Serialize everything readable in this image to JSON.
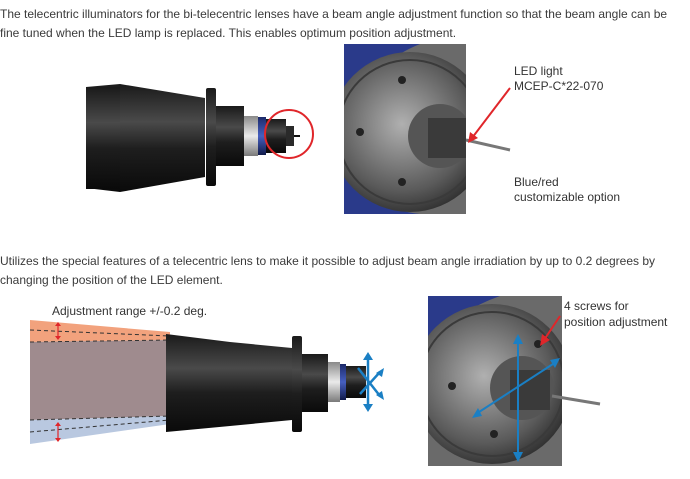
{
  "intro_text": "The telecentric illuminators for the bi-telecentric lenses have a beam angle adjustment function so that the beam angle can be fine tuned when the LED lamp is replaced. This enables optimum position adjustment.",
  "led_label_1": "LED light",
  "led_label_2": "MCEP-C*22-070",
  "option_label_1": "Blue/red",
  "option_label_2": "customizable option",
  "second_text": "Utilizes the special features of a telecentric lens to make it possible to adjust beam angle irradiation by up to 0.2 degrees by changing the position of the LED element.",
  "adjust_range_label": "Adjustment range +/-0.2 deg.",
  "screws_label_1": "4 screws for",
  "screws_label_2": "position adjustment",
  "colors": {
    "highlight_red": "#e0262a",
    "arrow_blue": "#1a7fc4",
    "beam_orange": "#f2a27d",
    "beam_gray": "#9f8b8e",
    "beam_blue": "#b9c8e0"
  }
}
